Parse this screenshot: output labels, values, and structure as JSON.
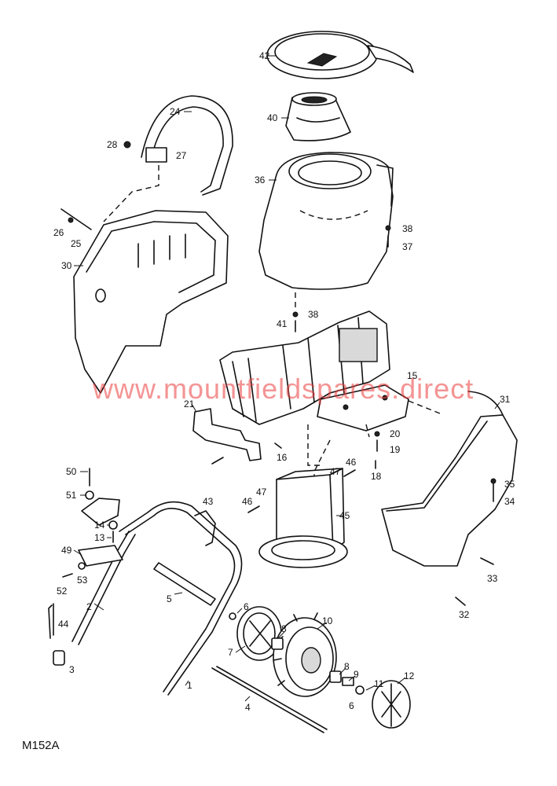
{
  "diagram_code": "M152A",
  "watermark": "www.mountfieldspares.direct",
  "callouts": {
    "c1": "1",
    "c2": "2",
    "c3": "3",
    "c4": "4",
    "c5": "5",
    "c6a": "6",
    "c6b": "6",
    "c7": "7",
    "c8a": "8",
    "c8b": "8",
    "c9": "9",
    "c10": "10",
    "c11": "11",
    "c12": "12",
    "c13": "13",
    "c14": "14",
    "c15": "15",
    "c16": "16",
    "c18": "18",
    "c19": "19",
    "c20": "20",
    "c21": "21",
    "c24": "24",
    "c25": "25",
    "c26": "26",
    "c27": "27",
    "c28": "28",
    "c30": "30",
    "c31": "31",
    "c32": "32",
    "c33": "33",
    "c34": "34",
    "c35": "35",
    "c36": "36",
    "c37": "37",
    "c38a": "38",
    "c38b": "38",
    "c40": "40",
    "c41": "41",
    "c42": "42",
    "c43": "43",
    "c44": "44",
    "c45": "45",
    "c46a": "46",
    "c46b": "46",
    "c47a": "47",
    "c47b": "47",
    "c49": "49",
    "c50": "50",
    "c51": "51",
    "c52": "52",
    "c53": "53"
  }
}
